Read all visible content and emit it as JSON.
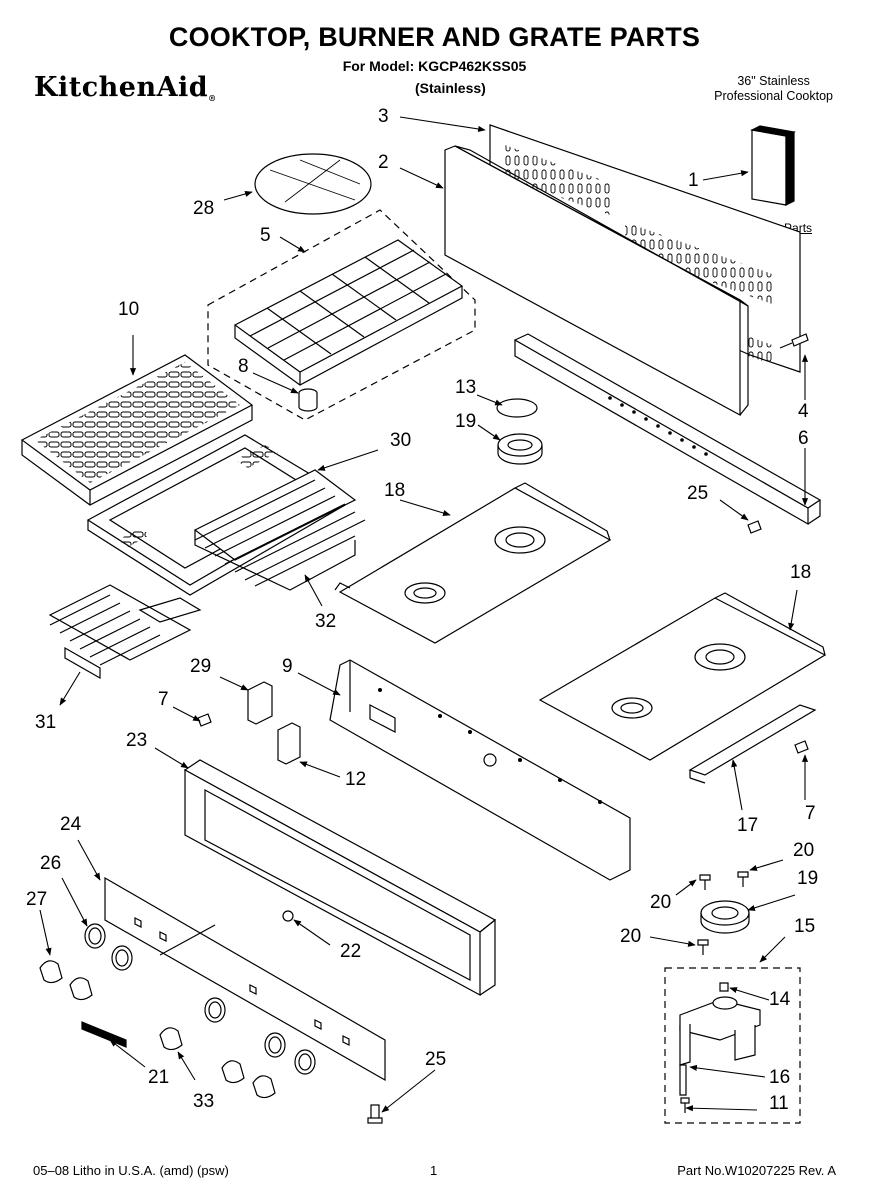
{
  "header": {
    "title": "COOKTOP, BURNER AND GRATE PARTS",
    "model_line": "For Model: KGCP462KSS05",
    "variant": "(Stainless)",
    "brand": "KitchenAid",
    "product_line1": "36\" Stainless",
    "product_line2": "Professional Cooktop"
  },
  "literature_label": "Literature Parts",
  "callouts": {
    "c1": "1",
    "c2": "2",
    "c3": "3",
    "c4": "4",
    "c5": "5",
    "c6": "6",
    "c7a": "7",
    "c7b": "7",
    "c8": "8",
    "c9": "9",
    "c10": "10",
    "c11": "11",
    "c12": "12",
    "c13": "13",
    "c14": "14",
    "c15": "15",
    "c16": "16",
    "c17": "17",
    "c18a": "18",
    "c18b": "18",
    "c19a": "19",
    "c19b": "19",
    "c20a": "20",
    "c20b": "20",
    "c20c": "20",
    "c21": "21",
    "c22": "22",
    "c23": "23",
    "c24": "24",
    "c25a": "25",
    "c25b": "25",
    "c26": "26",
    "c27": "27",
    "c28": "28",
    "c29": "29",
    "c30": "30",
    "c31": "31",
    "c32": "32",
    "c33": "33"
  },
  "footer": {
    "left": "05–08 Litho in U.S.A. (amd) (psw)",
    "page": "1",
    "right": "Part No.W10207225 Rev. A"
  }
}
